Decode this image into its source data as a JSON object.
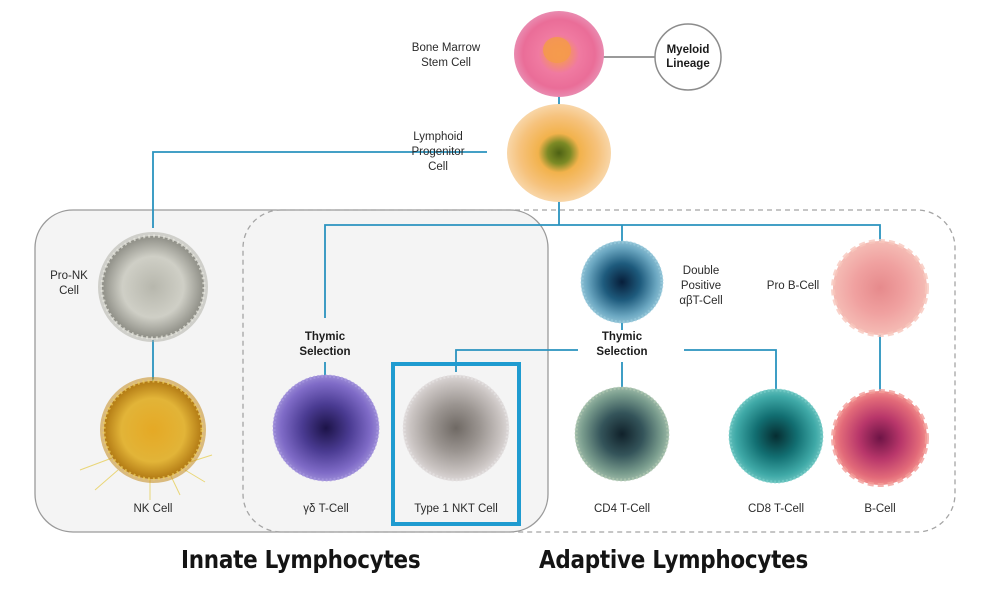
{
  "nodes": {
    "stem": {
      "label": "Bone Marrow\nStem Cell"
    },
    "myeloid": {
      "label": "Myeloid\nLineage"
    },
    "lymphoid": {
      "label": "Lymphoid\nProgenitor\nCell"
    },
    "pro_nk": {
      "label": "Pro-NK\nCell"
    },
    "nk": {
      "label": "NK Cell"
    },
    "gd_t": {
      "label": "γδ T-Cell"
    },
    "nkt": {
      "label": "Type 1 NKT Cell"
    },
    "dp": {
      "label": "Double\nPositive\nαβT-Cell"
    },
    "cd4": {
      "label": "CD4 T-Cell"
    },
    "cd8": {
      "label": "CD8 T-Cell"
    },
    "pro_b": {
      "label": "Pro B-Cell"
    },
    "b": {
      "label": "B-Cell"
    }
  },
  "thymic": {
    "left": "Thymic\nSelection",
    "right": "Thymic\nSelection"
  },
  "groups": {
    "innate": "Innate Lymphocytes",
    "adaptive": "Adaptive Lymphocytes"
  },
  "colors": {
    "connector": "#2a93bf",
    "highlight": "#1f9bd0",
    "box_border": "#9a9a9a",
    "innate_fill": "#f4f4f4"
  }
}
